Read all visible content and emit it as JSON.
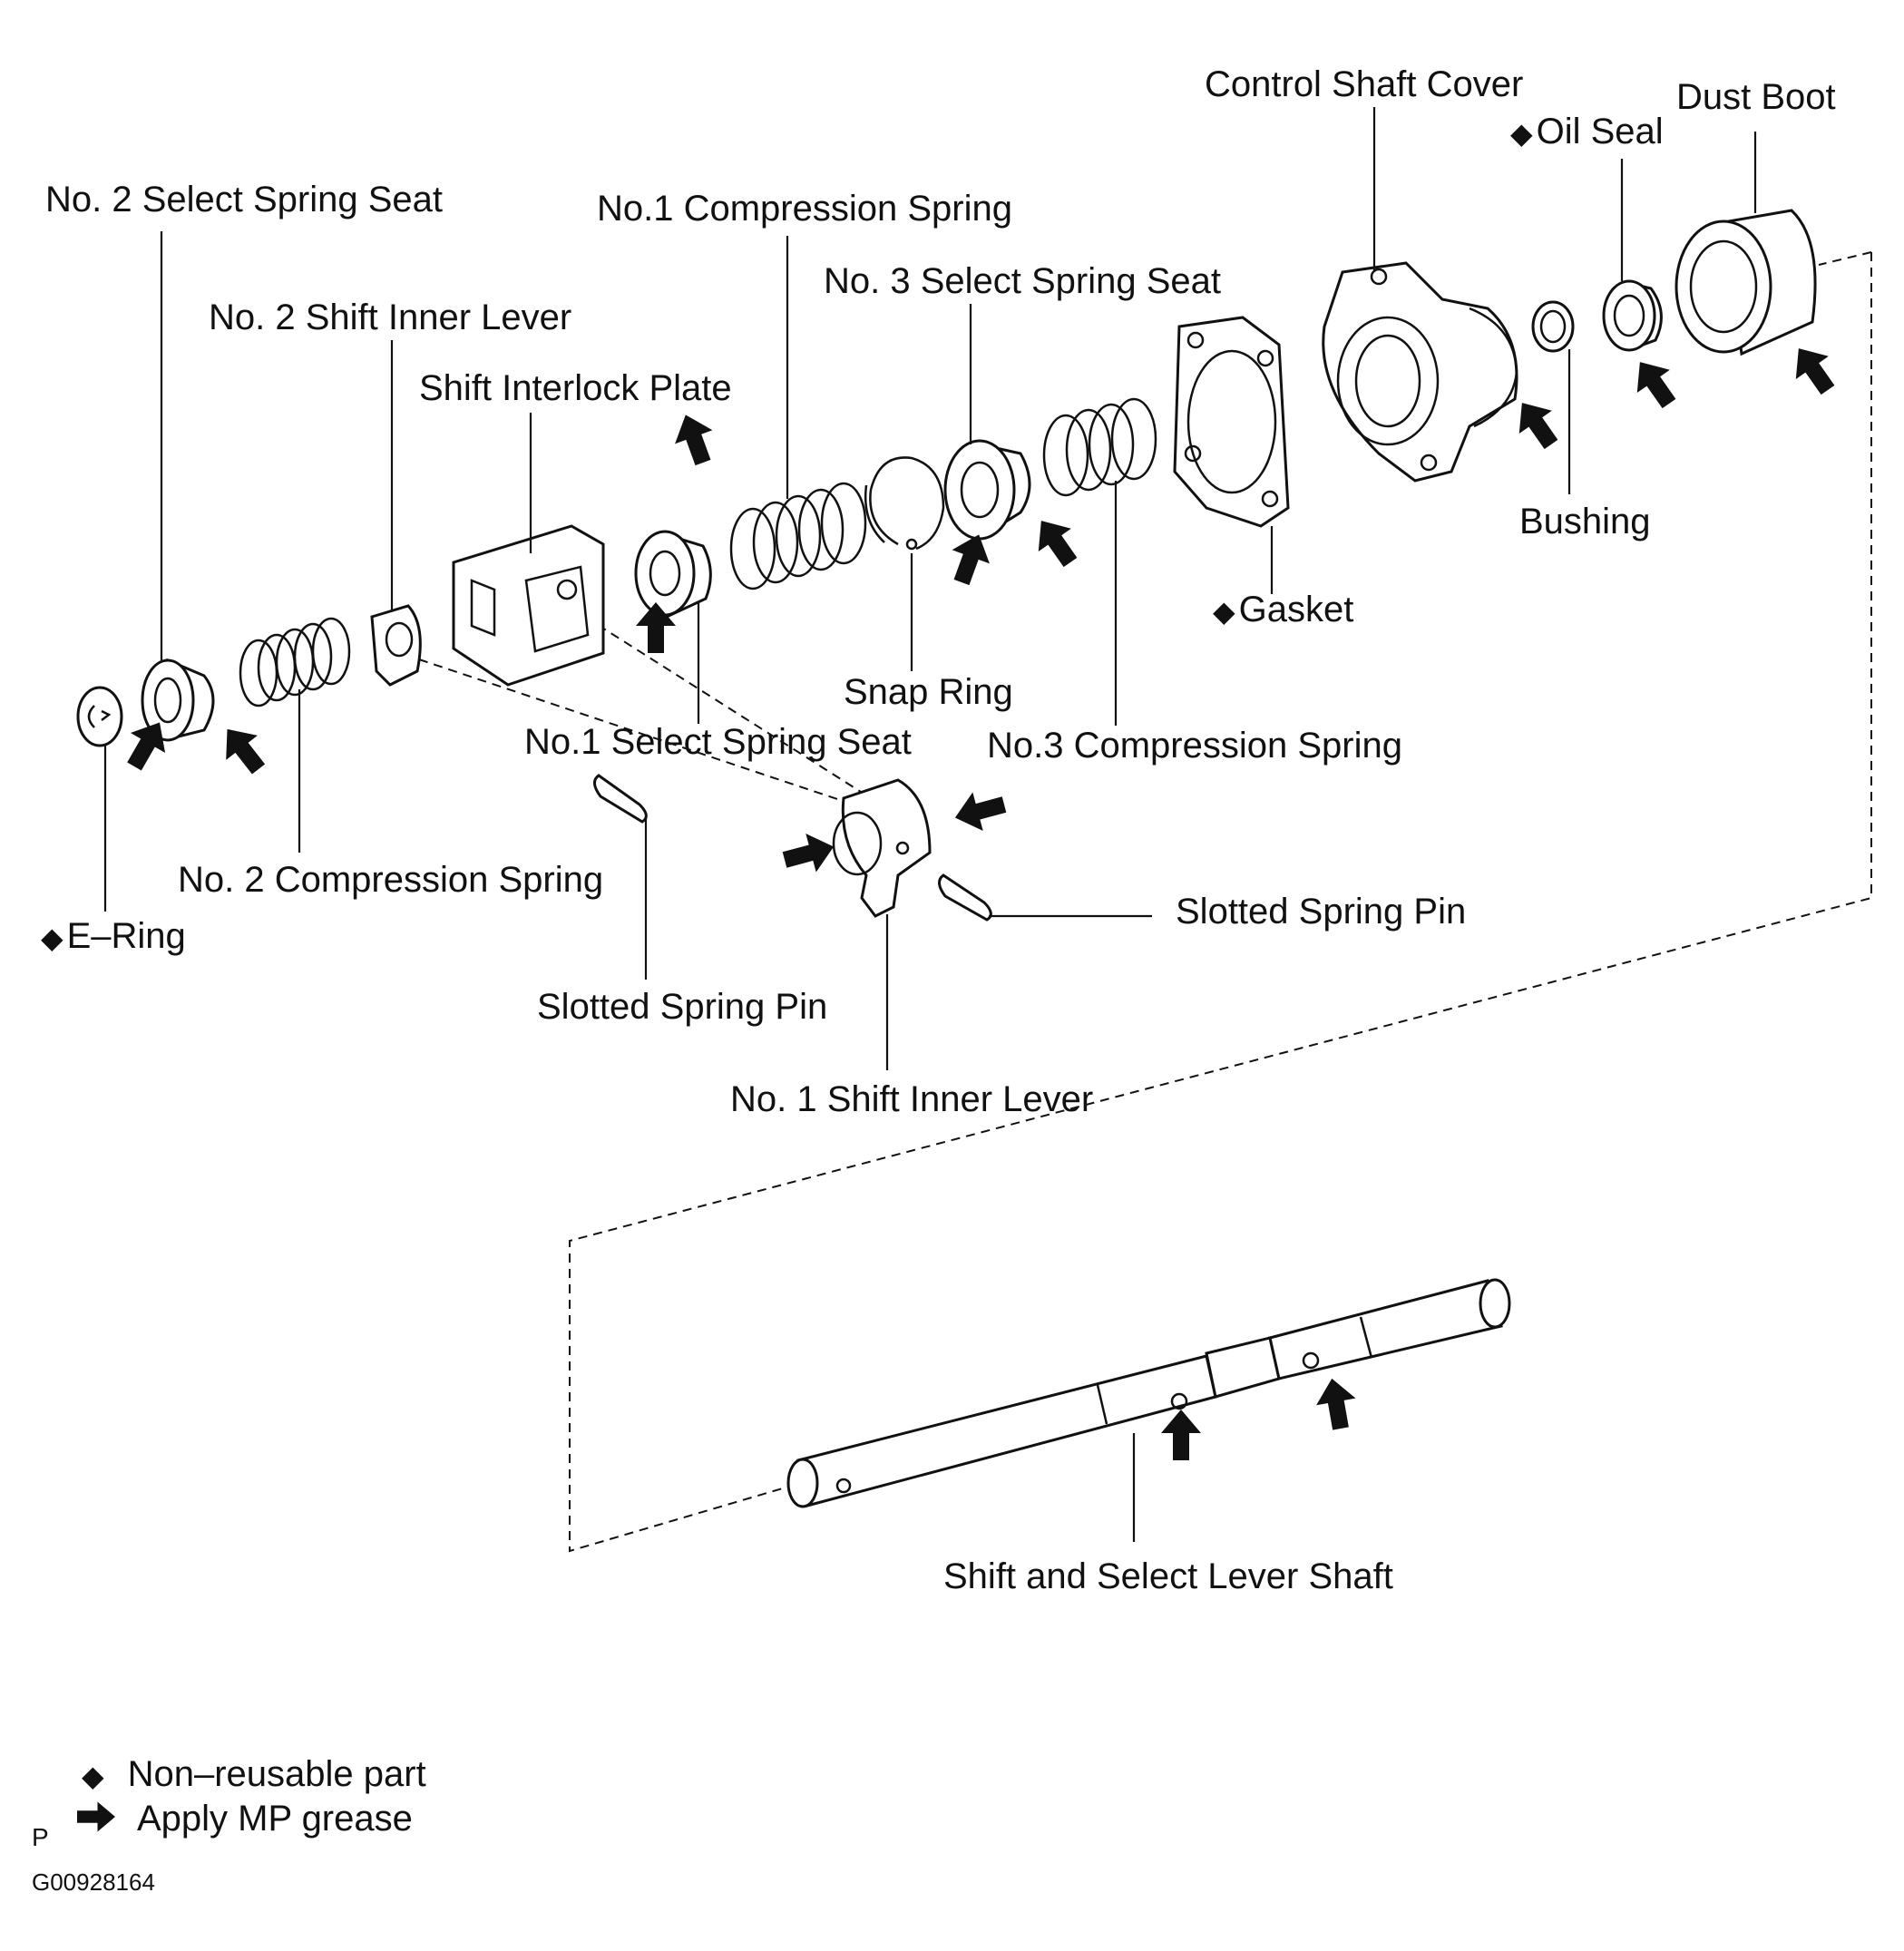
{
  "labels": {
    "control_shaft_cover": "Control Shaft Cover",
    "dust_boot": "Dust Boot",
    "oil_seal": "Oil Seal",
    "no2_select_spring_seat": "No. 2 Select Spring Seat",
    "no1_compression_spring": "No.1 Compression Spring",
    "no3_select_spring_seat": "No. 3 Select Spring Seat",
    "no2_shift_inner_lever": "No. 2 Shift Inner Lever",
    "shift_interlock_plate": "Shift Interlock Plate",
    "bushing": "Bushing",
    "gasket": "Gasket",
    "snap_ring": "Snap Ring",
    "no1_select_spring_seat": "No.1 Select Spring Seat",
    "no3_compression_spring": "No.3 Compression Spring",
    "no2_compression_spring": "No. 2 Compression Spring",
    "e_ring": "E–Ring",
    "slotted_spring_pin_right": "Slotted Spring Pin",
    "slotted_spring_pin_left": "Slotted Spring Pin",
    "no1_shift_inner_lever": "No. 1 Shift Inner Lever",
    "shift_select_lever_shaft": "Shift and Select Lever Shaft"
  },
  "legend": {
    "non_reusable": "Non–reusable part",
    "apply_grease": "Apply MP grease"
  },
  "markers": {
    "diamond": "◆"
  },
  "footer": {
    "page_letter": "P",
    "figure_id": "G00928164"
  },
  "colors": {
    "ink": "#111111",
    "background": "#ffffff"
  }
}
